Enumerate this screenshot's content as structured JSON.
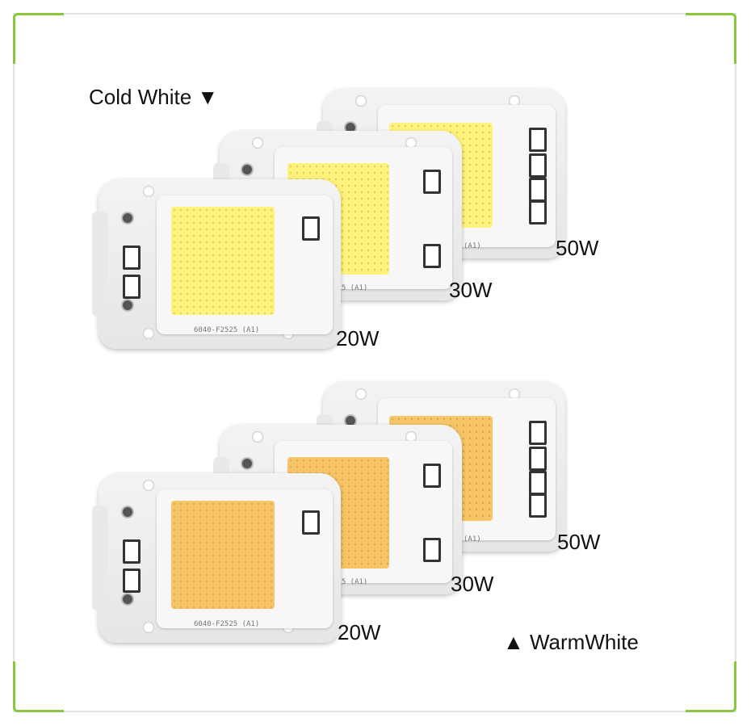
{
  "labels": {
    "cold_white": "Cold White",
    "warm_white": "WarmWhite",
    "cold_50w": "50W",
    "cold_30w": "30W",
    "cold_20w": "20W",
    "warm_50w": "50W",
    "warm_30w": "30W",
    "warm_20w": "20W",
    "down_triangle": "▼",
    "up_triangle": "▲"
  },
  "chips": {
    "board_print": "6040-F2525 (A1)",
    "print_partial": "525 (A1)",
    "print_partial_small": "(A1)"
  },
  "colors": {
    "frame_accent": "#8cc63f",
    "cold_led": "#fff27a",
    "warm_led": "#f7c566"
  }
}
